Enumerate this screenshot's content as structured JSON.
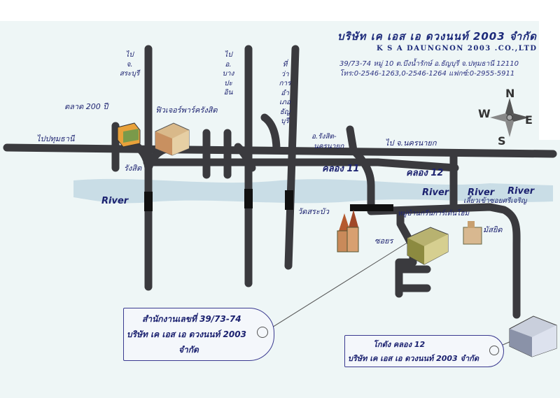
{
  "header": {
    "company_th": "บริษัท เค เอส เอ ดวงนนท์ 2003 จำกัด",
    "company_en": "K S A DAUNGNON 2003 .CO.,LTD",
    "address": "39/73-74 หมู่ 10 ต.บึงน้ำรักษ์ อ.ธัญบุรี จ.ปทุมธานี 12110",
    "phones": "โทร:0-2546-1263,0-2546-1264  แฟกซ์:0-2955-5911"
  },
  "compass": {
    "n": "N",
    "s": "S",
    "e": "E",
    "w": "W"
  },
  "labels": {
    "to_pathum": "ไปปทุมธานี",
    "to_saraburi": [
      "ไป",
      "จ.",
      "สระบุรี"
    ],
    "market": "ตลาด 200 ปี",
    "future_park": "ฟิวเจอร์พาร์ครังสิต",
    "to_bangpa_in": [
      "ไป",
      "อ.",
      "บาง",
      "ปะ",
      "อิน"
    ],
    "to_thanyaburi": [
      "ที่",
      "ว่า",
      "การ",
      "อำ",
      "เภอ",
      "ธัญ",
      "บุรี"
    ],
    "rangsit_nakhonnayok": [
      "อ.รังสิต-",
      "นครนายก"
    ],
    "to_nakhonnayok": "ไป จ.นครนายก",
    "rangsit": "รังสิต",
    "khlong11": "คลอง 11",
    "khlong12": "คลอง 12",
    "river_left": "River",
    "river_mid": "River",
    "river_right1": "River",
    "river_right2": "River",
    "wat": "วัดสระบัว",
    "village": "หมู่บ้านกรีนการ์เด้นโฮม",
    "soi_entrance": "เลี้ยวเข้าซอยศรีเจริญ",
    "soi": "ซอยร",
    "temple2": "มัสยิด"
  },
  "tags": {
    "office": [
      "สำนักงานเลขที่ 39/73-74",
      "บริษัท เค เอส เอ ดวงนนท์ 2003",
      "จำกัด"
    ],
    "warehouse": [
      "โกดัง คลอง 12",
      "บริษัท เค เอส เอ ดวงนนท์ 2003 จำกัด"
    ]
  },
  "colors": {
    "road": "#3a3a3e",
    "river": "#c9dde6",
    "text": "#1c2270",
    "background": "#eef6f6"
  }
}
